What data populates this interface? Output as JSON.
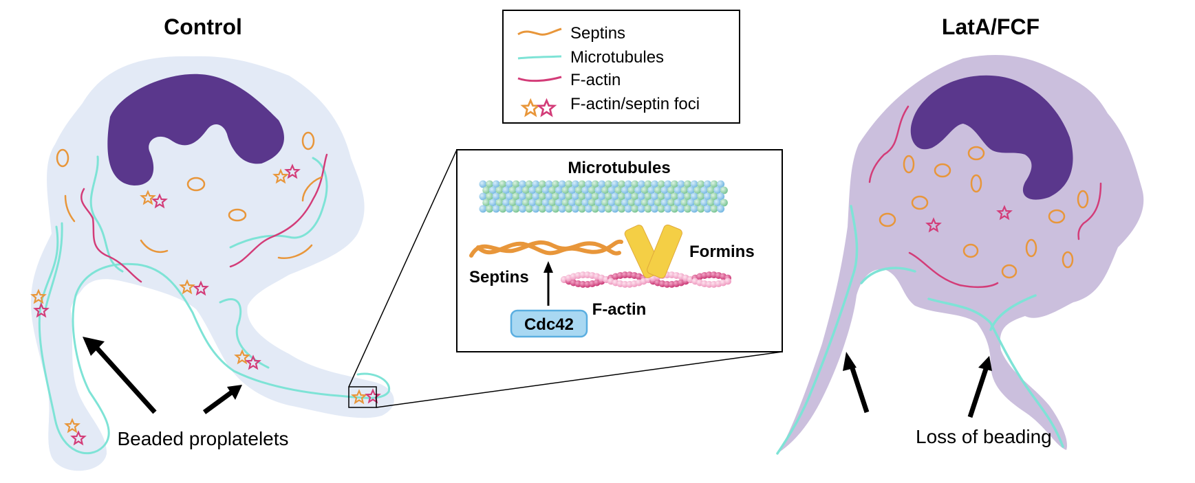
{
  "titles": {
    "control": "Control",
    "treated": "LatA/FCF"
  },
  "legend": {
    "items": [
      {
        "label": "Septins",
        "symbol": "line",
        "color": "#E8963A"
      },
      {
        "label": "Microtubules",
        "symbol": "line",
        "color": "#7EE3D6"
      },
      {
        "label": "F-actin",
        "symbol": "line",
        "color": "#D33C78"
      },
      {
        "label": "F-actin/septin foci",
        "symbol": "stars",
        "colors": [
          "#E8963A",
          "#D33C78"
        ]
      }
    ]
  },
  "inset": {
    "microtubules_label": "Microtubules",
    "formins_label": "Formins",
    "septins_label": "Septins",
    "factin_label": "F-actin",
    "cdc42_label": "Cdc42"
  },
  "annotations": {
    "control_arrows": "Beaded proplatelets",
    "treated_arrows": "Loss of beading"
  },
  "colors": {
    "control_cytoplasm": "#E3EAF6",
    "treated_cytoplasm": "#CBBFDD",
    "nucleus": "#5A378C",
    "septin": "#E8963A",
    "microtubule": "#7EE3D6",
    "factin": "#D33C78",
    "formin": "#F4CF45",
    "cdc42_fill": "#A9D8F2",
    "cdc42_stroke": "#5AAEE0",
    "mt_blue": "#8CC8EC",
    "mt_green": "#93D6A8",
    "actin_dark": "#D0407E",
    "actin_light": "#F2A6C8"
  }
}
